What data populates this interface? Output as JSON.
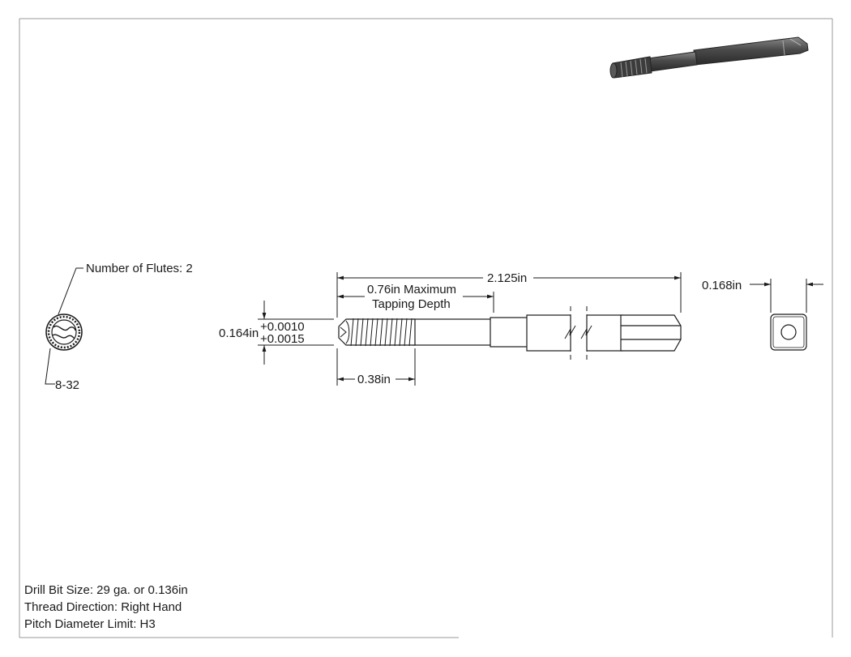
{
  "drawing": {
    "flute_count_label": "Number of Flutes: 2",
    "thread_size_label": "8-32",
    "overall_length_label": "2.125in",
    "tapping_depth_line1": "0.76in Maximum",
    "tapping_depth_line2": "Tapping Depth",
    "thread_diameter_label": "0.164in",
    "tolerance_upper": "+0.0010",
    "tolerance_lower": "+0.0015",
    "thread_length_label": "0.38in",
    "square_size_label": "0.168in"
  },
  "notes": {
    "drill_bit_size": "Drill Bit Size: 29 ga. or 0.136in",
    "thread_direction": "Thread Direction: Right Hand",
    "pitch_diameter_limit": "Pitch Diameter Limit: H3"
  },
  "colors": {
    "line": "#1a1a1a",
    "part_fill": "#ffffff",
    "render_dark": "#3a3a3a",
    "render_mid": "#6b6b6b",
    "frame": "#9a9a9a"
  }
}
